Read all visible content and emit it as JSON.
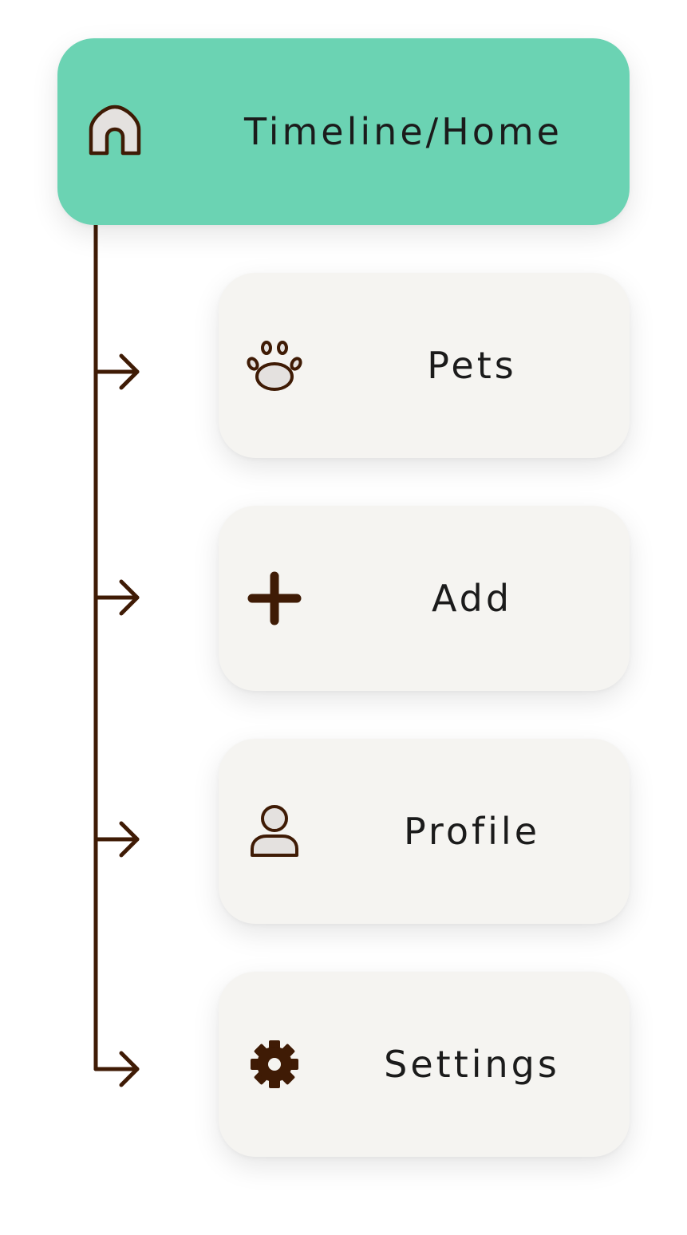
{
  "colors": {
    "root_bg": "#6bd3b3",
    "child_bg": "#f5f4f1",
    "line": "#3f1b05",
    "icon_fill": "#e4e1df",
    "icon_stroke": "#3f1b05",
    "text": "#1b1b1b"
  },
  "root": {
    "label": "Timeline/Home",
    "icon": "home-icon"
  },
  "children": [
    {
      "label": "Pets",
      "icon": "paw-icon"
    },
    {
      "label": "Add",
      "icon": "plus-icon"
    },
    {
      "label": "Profile",
      "icon": "user-icon"
    },
    {
      "label": "Settings",
      "icon": "gear-icon"
    }
  ]
}
